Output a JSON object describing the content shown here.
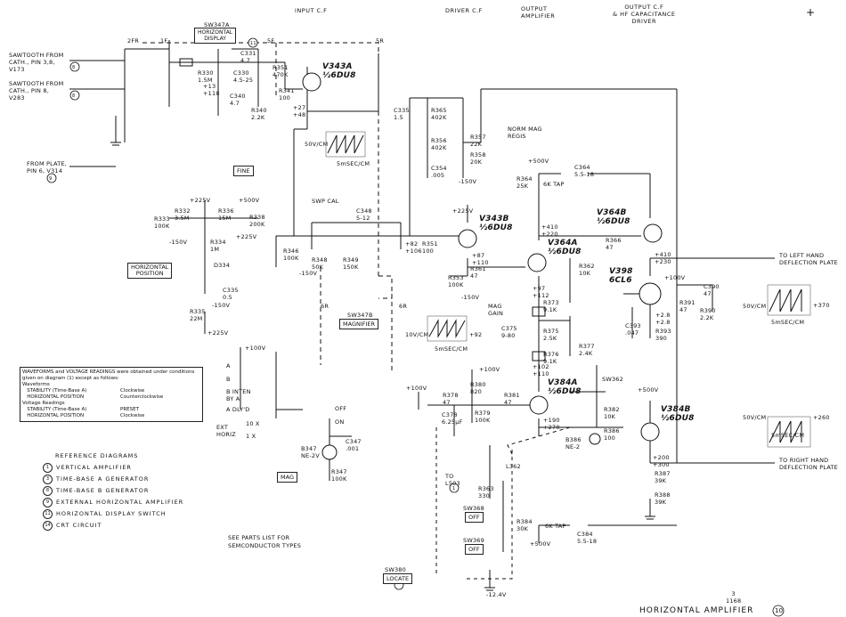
{
  "headers": {
    "input_cf": "INPUT C.F",
    "driver_cf": "DRIVER C.F",
    "output_amp": "OUTPUT\nAMPLIFIER",
    "output_cf": "OUTPUT C.F\n& HF CAPACITANCE\nDRIVER",
    "plus": "+"
  },
  "inputs": {
    "sawtooth_a": "SAWTOOTH FROM\nCATH., PIN 3,8,\nV173",
    "sawtooth_a_ref": "8",
    "sawtooth_b": "SAWTOOTH FROM\nCATH., PIN 8,\nV283",
    "sawtooth_b_ref": "8",
    "from_plate": "FROM PLATE,\nPIN 6, V314",
    "from_plate_ref": "9"
  },
  "switches": {
    "sw347a": "SW347A",
    "horiz_display": "HORIZONTAL\nDISPLAY",
    "horiz_display_ref": "11",
    "sw347b": "SW347B",
    "magnifier": "MAGNIFIER",
    "fine": "FINE",
    "horiz_position": "HORIZONTAL\nPOSITION",
    "mag": "MAG",
    "mag_gain": "MAG\nGAIN",
    "swp_cal": "SWP CAL",
    "norm_mag_regis": "NORM MAG\nREGIS",
    "sw362": "SW362",
    "sw368": "SW368",
    "sw369": "SW369",
    "sw380": "SW380",
    "off": "OFF",
    "locate": "LOCATE",
    "pos_2fr": "2FR",
    "pos_1f": "1F",
    "pos_5f": "5F",
    "pos_5r": "5R",
    "pos_6r": "6R",
    "sel_a": "A",
    "sel_b": "B",
    "sel_b_inten": "B INTEN\nBY A",
    "sel_a_dlyd": "A DLY'D",
    "sel_ext": "EXT\nHORIZ",
    "sel_10x": "10 X",
    "sel_1x": "1 X",
    "sel_on": "ON",
    "sel_off": "OFF"
  },
  "tubes": {
    "v343a": "V343A\n½6DU8",
    "v343b": "V343B\n½6DU8",
    "v364a": "V364A\n½6DU8",
    "v364b": "V364B\n½6DU8",
    "v384a": "V384A\n½6DU8",
    "v384b": "V384B\n½6DU8",
    "v398": "V398\n6CL6"
  },
  "components": {
    "r330": "R330\n1.5M",
    "c330": "C330\n4.5-25",
    "c331": "C331\n4.7",
    "c340": "C340\n4.7",
    "r340": "R340\n2.2K",
    "r351": "R351\n470K",
    "r341": "R341\n100",
    "v13_118": "+13\n+118",
    "v27_48": "+27\n+48",
    "c335": "C335\n1.5",
    "r365": "R365\n402K",
    "r356": "R356\n402K",
    "c354": "C354\n.005",
    "r357": "R357\n22K",
    "r358": "R358\n20K",
    "neg150a": "-150V",
    "r332": "R332\n3.5M",
    "r333": "R333\n100K",
    "r336": "R336\n15M",
    "r338": "R338\n200K",
    "r334": "R334\n1M",
    "d334": "D334",
    "c335b": "C335\n0.5",
    "r335": "R335\n22M",
    "p225a": "+225V",
    "p500a": "+500V",
    "p225b": "+225V",
    "neg150b": "-150V",
    "neg150c": "-150V",
    "p225c": "+225V",
    "c348": "C348\n5-12",
    "r348": "R348\n50K",
    "r349": "R349\n150K",
    "r346": "R346\n100K",
    "neg150d": "-150V",
    "v82_106": "+82\n+106",
    "r351b": "R351\n100",
    "p225d": "+225V",
    "v87_110": "+87\n+110",
    "r361": "R361\n47",
    "r353": "R353\n100K",
    "neg150e": "-150V",
    "p500b": "+500V",
    "r364": "R364\n25K",
    "tap1": "6K TAP",
    "c364": "C364\n5.5-18",
    "v410_220": "+410\n+220",
    "r362": "R362\n10K",
    "v97_112": "+97\n+112",
    "r366": "R366\n47",
    "v410_230": "+410\n+230",
    "p100a": "+100V",
    "c390": "C390\n47",
    "r391": "R391\n47",
    "r390": "R390\n2.2K",
    "c393": "C393\n.047",
    "r393": "R393\n390",
    "v2_8": "+2.8\n+2.8",
    "r373": "R373\n9.1K",
    "c375": "C375\n9-80",
    "r375": "R375\n2.5K",
    "r376": "R376\n9.1K",
    "r377": "R377\n2.4K",
    "v102_110": "+102\n+110",
    "p100b": "+100V",
    "r380": "R380\n820",
    "p100c": "+100V",
    "r378": "R378\n47",
    "c378": "C378\n6.25µF",
    "r379": "R379\n100K",
    "r381": "R381\n47",
    "v190_270": "+190\n+270",
    "r382": "R382\n10K",
    "p500c": "+500V",
    "b386": "B386\nNE-2",
    "r386": "R386\n100",
    "r347": "R347\n100K",
    "b347": "B347\nNE-2V",
    "c347": "C347\n.001",
    "p100d": "+100V",
    "v200_300": "+200\n+300",
    "r387": "R387\n39K",
    "r388": "R388\n39K",
    "r384": "R384\n30K",
    "tap2": "6K TAP",
    "c384": "C384\n5.5-18",
    "p500d": "+500V",
    "l362": "L362",
    "r363": "R363\n330",
    "to_l503": "TO\nL503",
    "to_l503_ref": "1",
    "neg12": "-12.4V"
  },
  "outputs": {
    "left": "TO LEFT HAND\nDEFLECTION PLATE",
    "right": "TO RIGHT HAND\nDEFLECTION PLATE",
    "left_v": "+370",
    "right_v": "+260"
  },
  "waveforms": {
    "w1": "50V/CM",
    "w1t": "5mSEC/CM",
    "w2": "10V/CM",
    "w2t": "5mSEC/CM",
    "w2v": "+92",
    "w3": "50V/CM",
    "w3t": "5mSEC/CM",
    "w4": "50V/CM",
    "w4t": "5mSEC/CM"
  },
  "legend": {
    "intro": "WAVEFORMS and VOLTAGE READINGS were obtained under conditions\ngiven on diagram (1) except as follows:",
    "rows": [
      [
        "Waveforms",
        ""
      ],
      [
        "   STABILITY (Time-Base A)",
        "Clockwise"
      ],
      [
        "   HORIZONTAL POSITION",
        "Counterclockwise"
      ],
      [
        "Voltage Readings",
        ""
      ],
      [
        "   STABILITY (Time-Base A)",
        "PRESET"
      ],
      [
        "   HORIZONTAL POSITION",
        "Clockwise"
      ]
    ]
  },
  "reference": {
    "title": "REFERENCE DIAGRAMS",
    "items": [
      {
        "n": "1",
        "t": "VERTICAL AMPLIFIER"
      },
      {
        "n": "3",
        "t": "TIME-BASE A GENERATOR"
      },
      {
        "n": "8",
        "t": "TIME-BASE B GENERATOR"
      },
      {
        "n": "9",
        "t": "EXTERNAL HORIZONTAL AMPLIFIER"
      },
      {
        "n": "11",
        "t": "HORIZONTAL DISPLAY SWITCH"
      },
      {
        "n": "14",
        "t": "CRT CIRCUIT"
      }
    ]
  },
  "notes": {
    "parts": "SEE PARTS LIST FOR\nSEMCONDUCTOR TYPES"
  },
  "footer": {
    "code": "3\n1168",
    "title": "HORIZONTAL AMPLIFIER",
    "num": "10"
  }
}
